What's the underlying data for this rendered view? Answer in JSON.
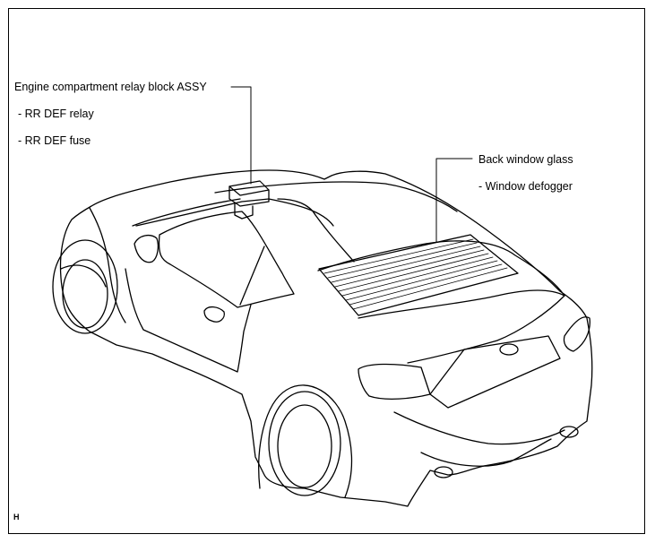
{
  "labels": {
    "relay_block_title": "Engine compartment relay block ASSY",
    "relay_item_1": "- RR DEF relay",
    "relay_item_2": "- RR DEF fuse",
    "glass_title": "Back window glass",
    "glass_item_1": "- Window defogger",
    "corner_code": "H"
  },
  "colors": {
    "line": "#000000",
    "background": "#ffffff"
  }
}
